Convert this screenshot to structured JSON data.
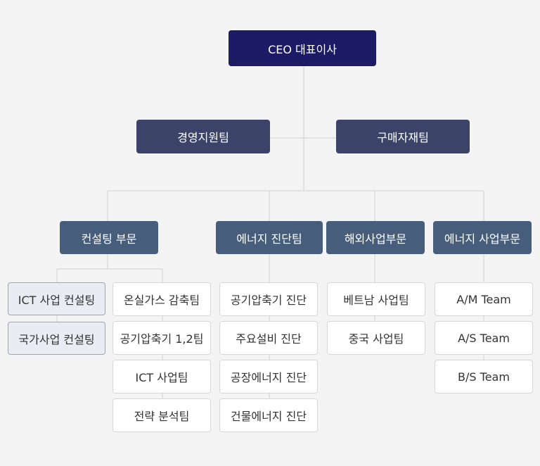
{
  "ceo": "CEO 대표이사",
  "staff": [
    "경영지원팀",
    "구매자재팀"
  ],
  "divisions": [
    {
      "name": "컨설팅 부문",
      "groups": [
        [
          "ICT 사업 컨설팅",
          "국가사업 컨설팅"
        ],
        [
          "온실가스 감축팀",
          "공기압축기 1,2팀",
          "ICT 사업팀",
          "전략 분석팀"
        ]
      ]
    },
    {
      "name": "에너지 진단팀",
      "teams": [
        "공기압축기 진단",
        "주요설비 진단",
        "공장에너지 진단",
        "건물에너지 진단"
      ]
    },
    {
      "name": "해외사업부문",
      "teams": [
        "베트남 사업팀",
        "중국 사업팀"
      ]
    },
    {
      "name": "에너지 사업부문",
      "teams": [
        "A/M Team",
        "A/S Team",
        "B/S Team"
      ]
    }
  ]
}
